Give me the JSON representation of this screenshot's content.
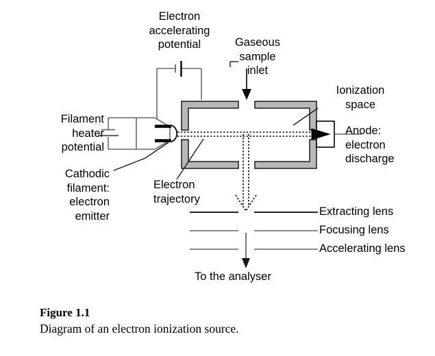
{
  "figure": {
    "caption_title": "Figure 1.1",
    "caption_text": "Diagram of an electron ionization source."
  },
  "labels": {
    "electron_accelerating_potential": "Electron\naccelerating\npotential",
    "gaseous_sample_inlet": "Gaseous\nsample\ninlet",
    "ionization_space": "Ionization\nspace",
    "anode_electron_discharge": "Anode:\nelectron\ndischarge",
    "filament_heater_potential": "Filament\nheater\npotential",
    "cathodic_filament_electron_emitter": "Cathodic\nfilament:\nelectron\nemitter",
    "electron_trajectory": "Electron\ntrajectory",
    "extracting_lens": "Extracting lens",
    "focusing_lens": "Focusing lens",
    "accelerating_lens": "Accelerating lens",
    "to_the_analyser": "To the analyser"
  },
  "components": {
    "ionization_chamber": "ionization-chamber-walls",
    "cathodic_filament": "cathodic-filament",
    "anode_plate": "anode-plate",
    "electron_beam": "electron-beam-dotted-line",
    "ion_beam": "ion-beam-dotted-arrow",
    "sample_inlet_arrow": "sample-inlet-arrow",
    "accelerating_battery": "battery-symbol-vertical",
    "heater_battery": "battery-symbol-horizontal",
    "lens_plates": [
      "extracting-lens-plate",
      "focusing-lens-plate",
      "accelerating-lens-plate"
    ],
    "analyser_arrow": "to-analyser-arrow"
  },
  "colors": {
    "ink": "#000000",
    "wall_fill": "#b8b8b8",
    "wire_gray": "#6a6a6a",
    "lens_gray": "#7a7a7a",
    "background": "#ffffff"
  }
}
